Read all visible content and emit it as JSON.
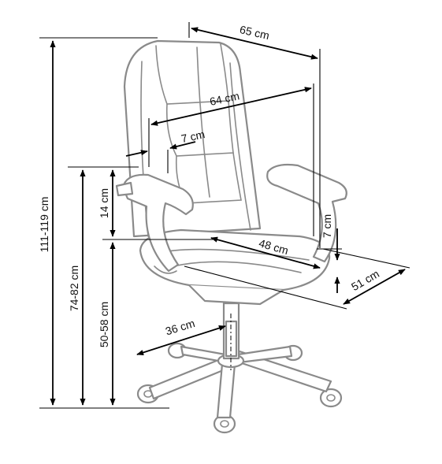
{
  "dimensions": {
    "width_overall": "65 cm",
    "backrest_width": "64 cm",
    "lumbar_offset": "7 cm",
    "total_height": "111-119 cm",
    "armrest_height": "74-82 cm",
    "seat_height": "50-58 cm",
    "armrest_above_seat": "14 cm",
    "armrest_thickness": "7 cm",
    "seat_width": "48 cm",
    "seat_depth": "51 cm",
    "base_radius": "36 cm"
  },
  "colors": {
    "outline": "#8a8a8a",
    "dimension_lines": "#000000"
  }
}
